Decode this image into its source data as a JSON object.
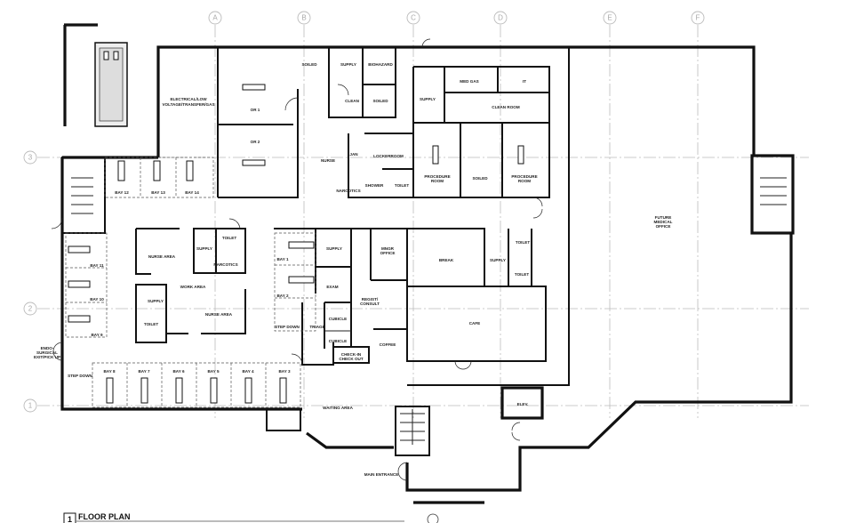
{
  "title": {
    "number": "1",
    "label": "FLOOR PLAN"
  },
  "grid": {
    "columns": [
      "A",
      "B",
      "C",
      "D",
      "E",
      "F"
    ],
    "rows": [
      "3",
      "2",
      "1"
    ]
  },
  "rooms": [
    "ELECTRICAL/LOW",
    "VOLTAGE/TRANSFER/GAS",
    "OR 1",
    "OR 2",
    "SOILED",
    "SUPPLY",
    "BIOHAZARD",
    "CLEAN",
    "SOILED",
    "NURSE",
    "JAN",
    "LOCKERROOM",
    "SHOWER",
    "TOILET",
    "NARCOTICS",
    "BAY 12",
    "BAY 13",
    "BAY 14",
    "SUPPLY",
    "MED GAS",
    "IT",
    "CLEAN ROOM",
    "PROCEDURE",
    "ROOM",
    "SOILED",
    "PROCEDURE",
    "ROOM",
    "FUTURE",
    "MEDICAL",
    "OFFICE",
    "NURSE AREA",
    "SUPPLY",
    "TOILET",
    "NARCOTICS",
    "WORK AREA",
    "SUPPLY",
    "TOILET",
    "NURSE AREA",
    "BAY 11",
    "BAY 10",
    "BAY 9",
    "ENDO-",
    "SURGICAL",
    "EXIT/PICK UP",
    "STEP DOWN",
    "BAY 8",
    "BAY 7",
    "BAY 6",
    "BAY 5",
    "BAY 4",
    "BAY 3",
    "BAY 1",
    "BAY 2",
    "STEP DOWN",
    "SUPPLY",
    "EXAM",
    "TRIAGE",
    "CUBICLE",
    "CUBICLE",
    "CHECK-IN",
    "CHECK OUT",
    "MNGR",
    "OFFICE",
    "REGIST/",
    "CONSULT",
    "COFFEE",
    "BREAK",
    "SUPPLY",
    "TOILET",
    "TOILET",
    "CAFE",
    "WAITING AREA",
    "ELEV.",
    "MAIN ENTRANCE"
  ]
}
